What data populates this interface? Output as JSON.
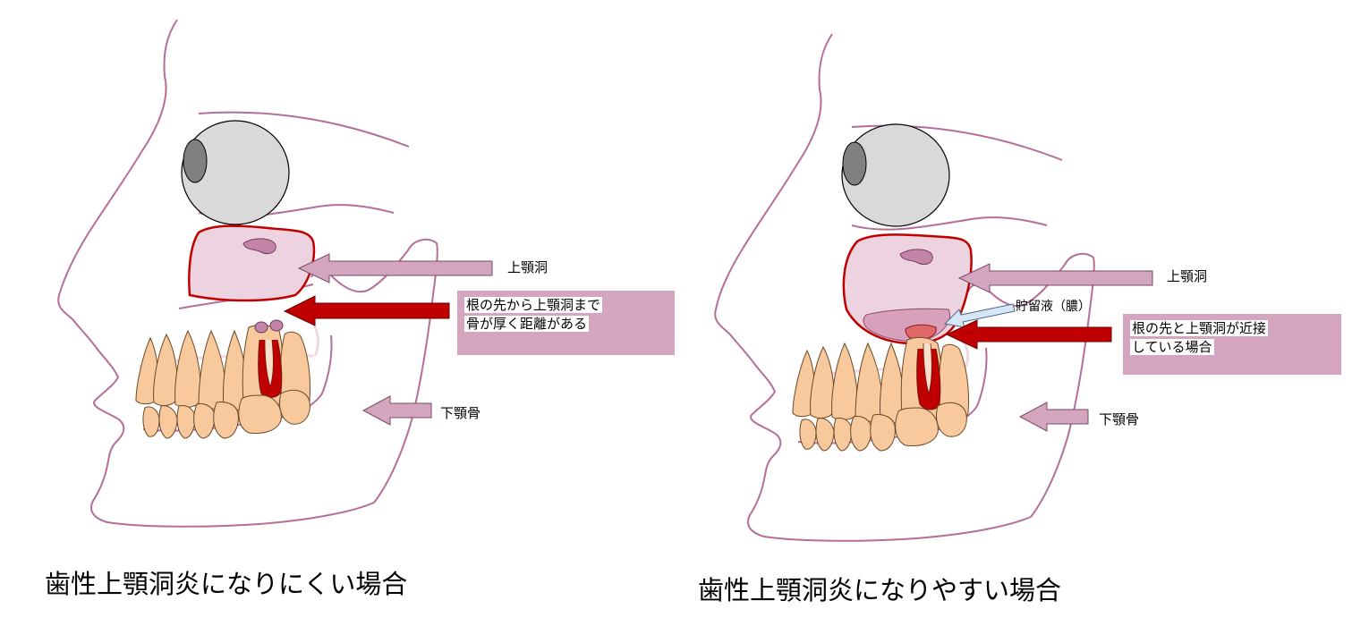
{
  "panels": [
    {
      "maxillary_sinus": "上顎洞",
      "root_note_line1": "根の先から上顎洞まで",
      "root_note_line2": "骨が厚く距離がある",
      "mandible": "下顎骨",
      "caption": "歯性上顎洞炎になりにくい場合"
    },
    {
      "maxillary_sinus": "上顎洞",
      "pus_label": "貯留液（膿）",
      "root_note_line1": "根の先と上顎洞が近接",
      "root_note_line2": "している場合",
      "mandible": "下顎骨",
      "caption": "歯性上顎洞炎になりやすい場合"
    }
  ],
  "colors": {
    "outline": "#b56e98",
    "sinus_fill": "#ecd3df",
    "sinus_border": "#c00000",
    "arrow_pink": "#d4a5bf",
    "arrow_red": "#c00000",
    "tooth": "#f8c99c",
    "eye": "#d9d9d9",
    "pupil": "#808080",
    "pus_arrow": "#d6e6f7"
  }
}
